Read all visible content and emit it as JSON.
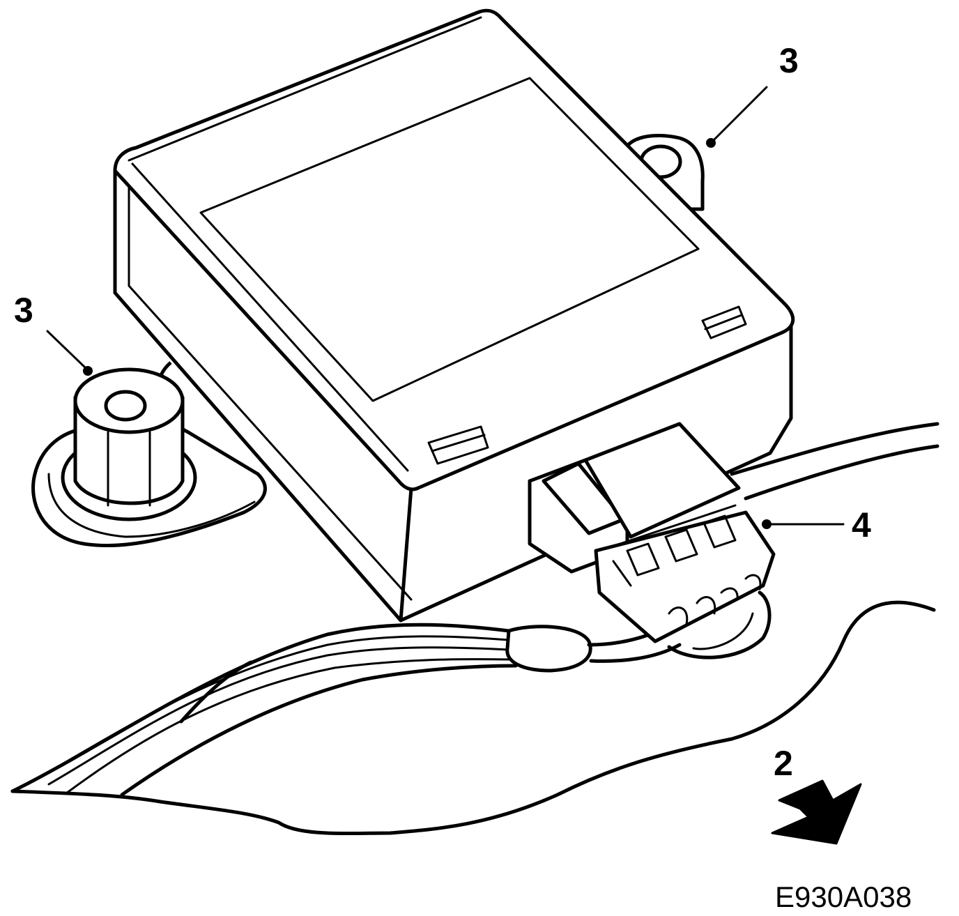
{
  "callouts": {
    "fastener_right": "3",
    "fastener_left": "3",
    "connector": "4",
    "direction_arrow": "2"
  },
  "figure_code": "E930A038"
}
